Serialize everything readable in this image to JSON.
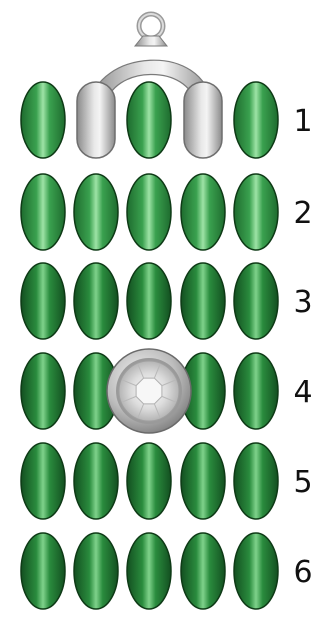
{
  "diagram": {
    "rows": [
      {
        "label": "1",
        "beads": [
          "bead",
          "finding-arm",
          "bead",
          "finding-arm",
          "bead"
        ]
      },
      {
        "label": "2",
        "beads": [
          "bead",
          "bead",
          "bead",
          "bead",
          "bead"
        ]
      },
      {
        "label": "3",
        "beads": [
          "bead",
          "bead",
          "bead",
          "bead",
          "bead"
        ]
      },
      {
        "label": "4",
        "beads": [
          "bead",
          "bead",
          "crystal",
          "bead",
          "bead"
        ]
      },
      {
        "label": "5",
        "beads": [
          "bead",
          "bead",
          "bead",
          "bead",
          "bead"
        ]
      },
      {
        "label": "6",
        "beads": [
          "bead",
          "bead",
          "bead",
          "bead",
          "bead"
        ]
      }
    ],
    "colors": {
      "bead_dark": "#1a5e28",
      "bead_mid": "#3aa14f",
      "bead_light": "#8fdc98",
      "outline": "#0e3a16",
      "metal_dark": "#8c8c8c",
      "metal_light": "#e6e6e6",
      "crystal": "#f2f2f2"
    },
    "icons": [
      "jump-ring-icon",
      "headphone-finding-icon",
      "rhinestone-icon"
    ]
  }
}
